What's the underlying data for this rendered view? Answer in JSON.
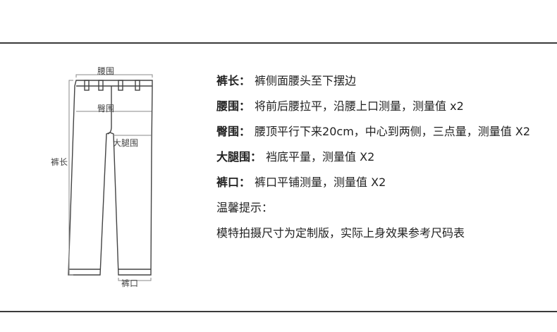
{
  "diagram": {
    "labels": {
      "waist": "腰围",
      "hip": "臀围",
      "thigh": "大腿围",
      "length": "裤长",
      "hem": "裤口"
    },
    "line_color": "#444444"
  },
  "measurements": [
    {
      "term": "裤长",
      "sep": "：",
      "desc": "裤侧面腰头至下摆边"
    },
    {
      "term": "腰围",
      "sep": "：",
      "desc": "将前后腰拉平，沿腰上口测量，测量值 x2"
    },
    {
      "term": "臀围",
      "sep": "：",
      "desc": "腰顶平行下来20cm，中心到两侧，三点量，测量值 X2"
    },
    {
      "term": "大腿围",
      "sep": "：",
      "desc": "裆底平量，测量值 X2"
    },
    {
      "term": "裤口",
      "sep": "：",
      "desc": "裤口平铺测量，测量值 X2"
    }
  ],
  "tips": {
    "title": "温馨提示：",
    "text": "模特拍摄尺寸为定制版，实际上身效果参考尺码表"
  }
}
